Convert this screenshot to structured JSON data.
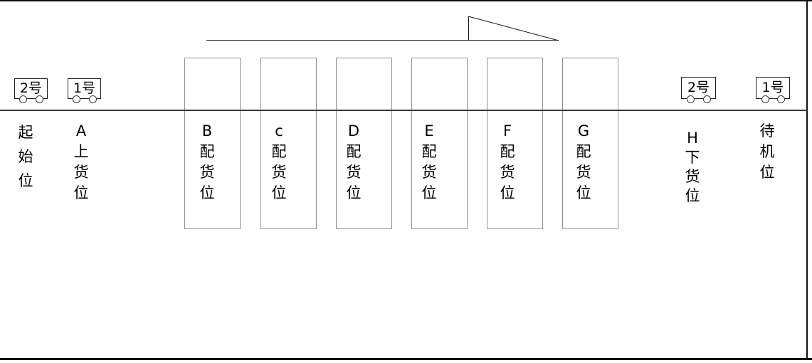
{
  "carts": {
    "left": [
      {
        "label": "2号"
      },
      {
        "label": "1号"
      }
    ],
    "right": [
      {
        "label": "2号"
      },
      {
        "label": "1号"
      }
    ]
  },
  "stations": [
    {
      "id": "start",
      "column": "起\n始\n位"
    },
    {
      "id": "A-load",
      "column": "A\n上\n货\n位"
    },
    {
      "id": "B-pick",
      "column": "B\n配\n货\n位"
    },
    {
      "id": "c-pick",
      "column": "c\n配\n货\n位"
    },
    {
      "id": "D-pick",
      "column": "D\n配\n货\n位"
    },
    {
      "id": "E-pick",
      "column": "E\n配\n货\n位"
    },
    {
      "id": "F-pick",
      "column": "F\n配\n货\n位"
    },
    {
      "id": "G-pick",
      "column": "G\n配\n货\n位"
    },
    {
      "id": "H-unload",
      "column": "H\n下\n货\n位"
    },
    {
      "id": "standby",
      "column": "待\n机\n位"
    }
  ],
  "colors": {
    "track": "#3a3a3a",
    "station_box_border": "#8f8f8f",
    "cart_border": "#1f1f1f",
    "text": "#000000",
    "frame": "#111111"
  }
}
